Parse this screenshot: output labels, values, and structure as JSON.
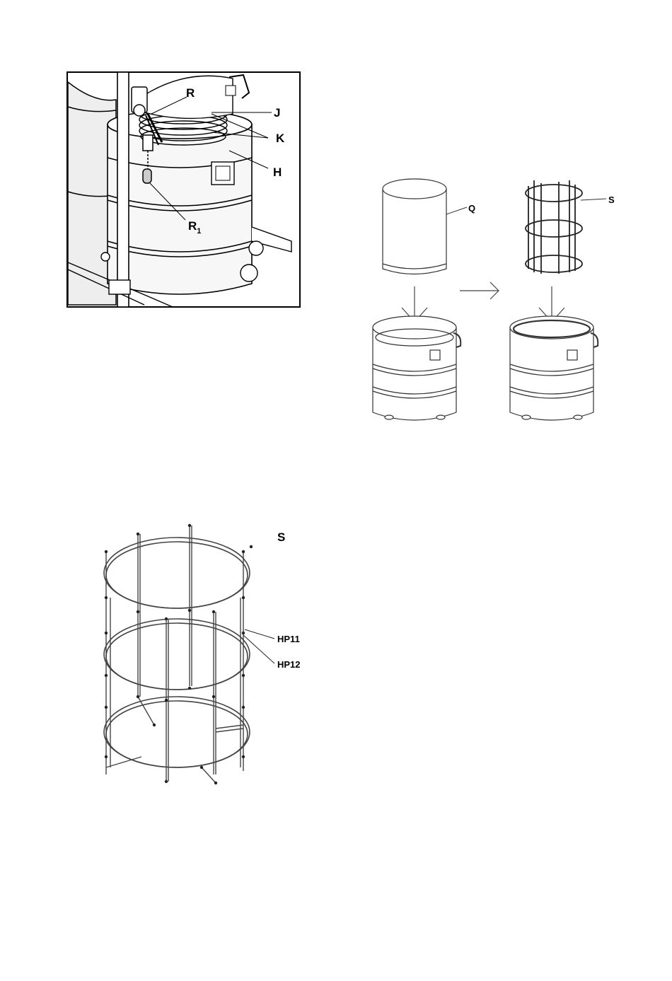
{
  "figure1": {
    "labels": {
      "R": "R",
      "J": "J",
      "K": "K",
      "H": "H",
      "R1_main": "R",
      "R1_sub": "1"
    }
  },
  "figure2": {
    "labels": {
      "Q": "Q",
      "S": "S"
    }
  },
  "figure3": {
    "labels": {
      "S": "S",
      "HP11": "HP11",
      "HP12": "HP12"
    }
  }
}
